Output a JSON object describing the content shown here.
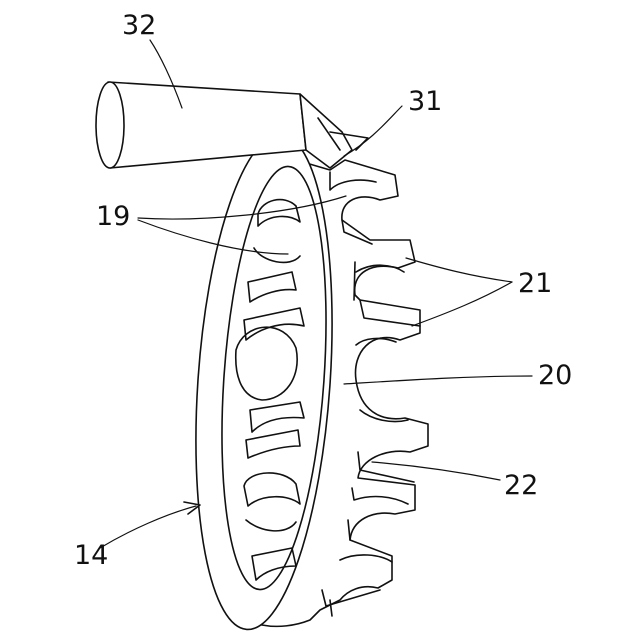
{
  "figure": {
    "labels": {
      "l32": "32",
      "l31": "31",
      "l19": "19",
      "l21": "21",
      "l20": "20",
      "l22": "22",
      "l14": "14"
    },
    "colors": {
      "ink": "#111111",
      "paper": "#ffffff"
    }
  }
}
